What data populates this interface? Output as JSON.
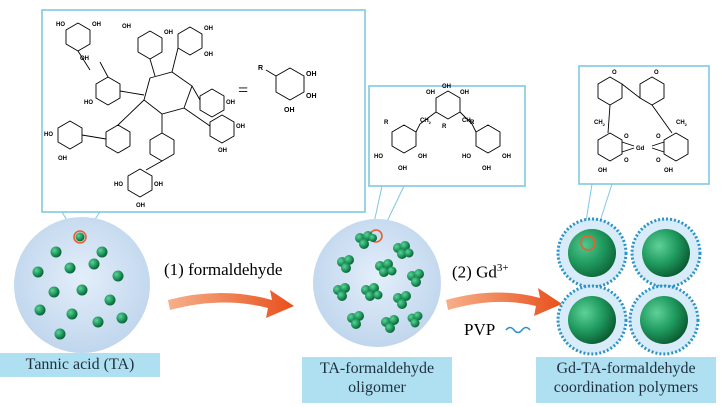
{
  "labels": {
    "stage1": "Tannic acid (TA)",
    "stage2_line1": "TA-formaldehyde",
    "stage2_line2": "oligomer",
    "stage3_line1": "Gd-TA-formaldehyde",
    "stage3_line2": "coordination polymers"
  },
  "steps": {
    "step1": "(1) formaldehyde",
    "step2_prefix": "(2) Gd",
    "step2_sup": "3+",
    "pvp": "PVP"
  },
  "structure_text": {
    "oh": "OH",
    "ho": "HO",
    "r": "R",
    "equals": "=",
    "ch2": "CH",
    "ch2_sub": "2",
    "gd": "Gd",
    "o": "O",
    "oh_ring": "OH"
  },
  "colors": {
    "sphere_fill": "#cfe2f3",
    "particle": "#1f9a5e",
    "particle_dark": "#0f6b3c",
    "arrow": "#e8602a",
    "label_box": "#aee0f2",
    "inset_border": "#7ec8e3",
    "pvp_chain": "#2a93c7"
  }
}
